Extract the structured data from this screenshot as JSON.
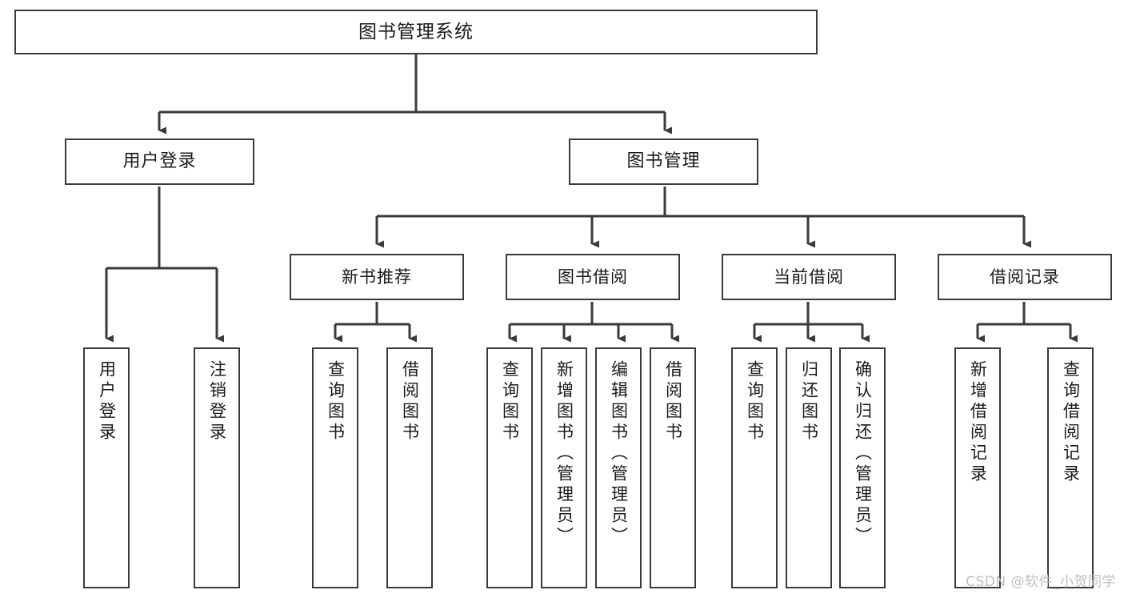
{
  "diagram": {
    "title": "图书管理系统",
    "type": "tree-structure-chart",
    "line_color": "#3a3a3a",
    "box_fill": "#ffffff",
    "text_color": "#1a1a1a"
  },
  "nodes": {
    "root": {
      "label": "图书管理系统"
    },
    "level2": [
      {
        "label": "用户登录"
      },
      {
        "label": "图书管理"
      }
    ],
    "level3": [
      {
        "label": "新书推荐"
      },
      {
        "label": "图书借阅"
      },
      {
        "label": "当前借阅"
      },
      {
        "label": "借阅记录"
      }
    ],
    "leaves": {
      "user_login": [
        {
          "label": "用户登录"
        },
        {
          "label": "注销登录"
        }
      ],
      "new_book": [
        {
          "label": "查询图书"
        },
        {
          "label": "借阅图书"
        }
      ],
      "borrow": [
        {
          "label": "查询图书"
        },
        {
          "label": "新增图书（管理员）"
        },
        {
          "label": "编辑图书（管理员）"
        },
        {
          "label": "借阅图书"
        }
      ],
      "current": [
        {
          "label": "查询图书"
        },
        {
          "label": "归还图书"
        },
        {
          "label": "确认归还（管理员）"
        }
      ],
      "records": [
        {
          "label": "新增借阅记录"
        },
        {
          "label": "查询借阅记录"
        }
      ]
    }
  },
  "watermark": {
    "text": "CSDN @软件_小贺同学",
    "color": "#bfbfbf"
  }
}
